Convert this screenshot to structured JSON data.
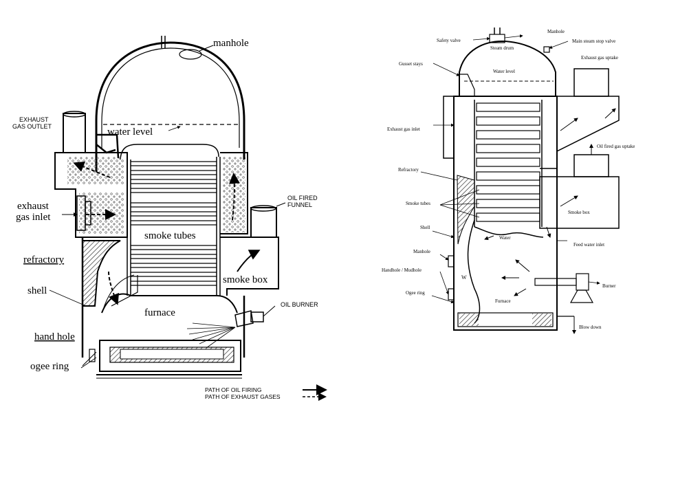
{
  "left_diagram": {
    "labels": {
      "manhole": "manhole",
      "water_level": "water  level",
      "exhaust_gas_outlet_1": "EXHAUST",
      "exhaust_gas_outlet_2": "GAS OUTLET",
      "exhaust_gas_inlet_1": "exhaust",
      "exhaust_gas_inlet_2": "gas inlet",
      "oil_fired_funnel_1": "OIL FIRED",
      "oil_fired_funnel_2": "FUNNEL",
      "smoke_tubes": "smoke tubes",
      "refractory": "refractory",
      "smoke_box": "smoke box",
      "shell": "shell",
      "furnace": "furnace",
      "oil_burner": "OIL  BURNER",
      "hand_hole": "hand hole",
      "ogee_ring": "ogee ring"
    },
    "legend": {
      "oil_firing": "PATH  OF  OIL  FIRING",
      "exhaust_gases": "PATH  OF  EXHAUST  GASES"
    }
  },
  "right_diagram": {
    "labels": {
      "safety_valve": "Safety valve",
      "manhole": "Manhole",
      "steam_drum": "Steam drum",
      "main_steam_stop_valve": "Main steam stop valve",
      "gusset_stays": "Gusset stays",
      "water_level": "Water level",
      "exhaust_gas_uptake": "Exhaust gas uptake",
      "exhaust_gas_inlet": "Exhaust gas inlet",
      "oil_fired_gas_uptake": "Oil fired gas uptake",
      "refractory": "Refractory",
      "smoke_tubes": "Smoke tubes",
      "smoke_box": "Smoke box",
      "shell": "Shell",
      "water": "Water",
      "feed_water_inlet": "Feed water inlet",
      "manhole_lower": "Manhole",
      "handhole_mudhole": "Handhole / Mudhole",
      "w_mark": "W",
      "burner": "Burner",
      "ogee_ring": "Ogee ring",
      "furnace": "Furnace",
      "blow_down": "Blow down"
    }
  },
  "colors": {
    "ink": "#000000",
    "background": "#ffffff",
    "hatch": "#333333"
  }
}
